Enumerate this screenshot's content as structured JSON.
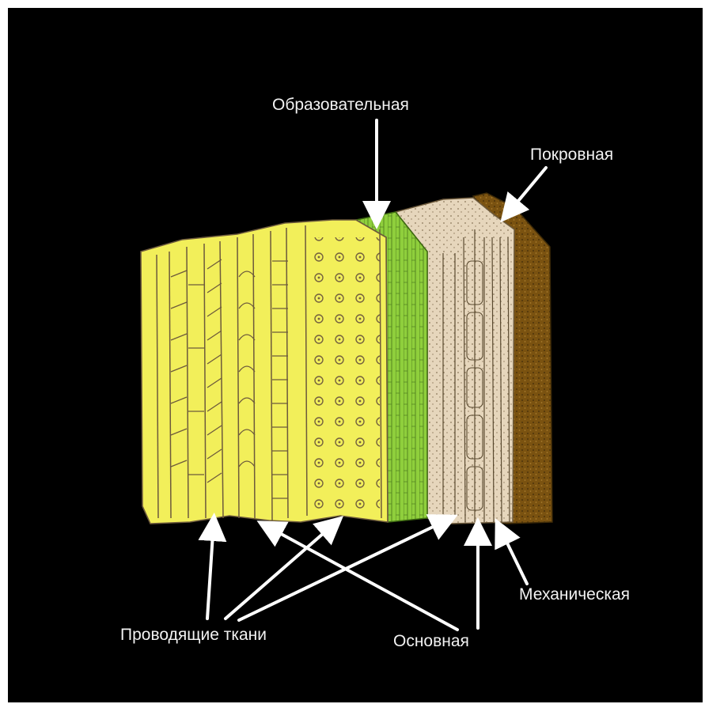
{
  "diagram": {
    "labels": {
      "meristem": "Образовательная",
      "dermal": "Покровная",
      "mechanical": "Механическая",
      "ground": "Основная",
      "vascular": "Проводящие ткани"
    },
    "colors": {
      "background": "#000000",
      "frame": "#ffffff",
      "text": "#f2f2f2",
      "arrow": "#ffffff",
      "vascular_tissue": "#f2ef5a",
      "meristem_tissue": "#8fcf3c",
      "ground_tissue": "#e6d6bc",
      "dermal_tissue": "#7a5210",
      "cell_wall": "#6d5a3c"
    }
  }
}
